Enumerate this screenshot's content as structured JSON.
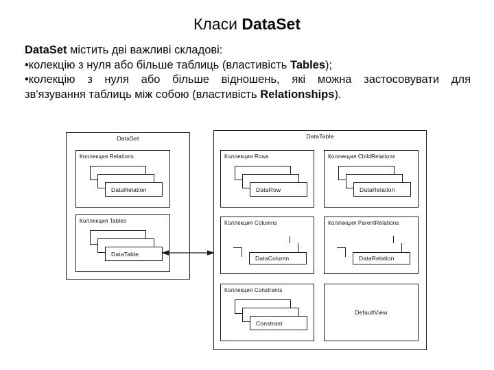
{
  "title": {
    "regular": "Класи ",
    "bold": "DataSet"
  },
  "body": {
    "intro_bold": "DataSet",
    "intro_rest": " містить дві важливі складові:",
    "bullet_char": "•",
    "b1_pre": "колекцію з нуля або більше таблиць (властивість ",
    "b1_bold": "Tables",
    "b1_post": ");",
    "b2_line1": "колекцію з нуля або більше відношень, які можна застосовувати для",
    "b2_line2_pre": "зв'язування таблиць між собою (властивість ",
    "b2_bold": "Relationships",
    "b2_post": ")."
  },
  "diagram": {
    "dataset": {
      "title": "DataSet",
      "relations": {
        "label": "Коллекция Relations",
        "item": "DataRelation"
      },
      "tables": {
        "label": "Коллекция Tables",
        "item": "DataTable"
      }
    },
    "datatable": {
      "title": "DataTable",
      "rows": {
        "label": "Коллекция Rows",
        "item": "DataRow"
      },
      "childrelations": {
        "label": "Коллекция ChildRelations",
        "item": "DataRelation"
      },
      "columns": {
        "label": "Коллекция Columns",
        "item": "DataColumn"
      },
      "parentrelations": {
        "label": "Коллекция ParentRelations",
        "item": "DataRelation"
      },
      "constraints": {
        "label": "Коллекция Constrants",
        "item": "Constrant"
      },
      "defaultview": {
        "label": "DefaultView"
      }
    },
    "connector": "bidirectional-arrow"
  },
  "colors": {
    "background": "#ffffff",
    "line": "#1b1b1b",
    "text": "#0b0b0b"
  }
}
